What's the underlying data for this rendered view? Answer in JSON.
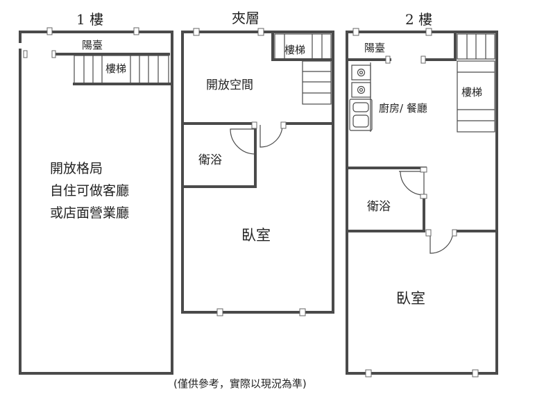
{
  "floors": {
    "f1": {
      "title": "1 樓",
      "balcony": "陽臺",
      "stairs": "樓梯",
      "main_lines": [
        "開放格局",
        "自住可做客廳",
        "或店面營業廳"
      ]
    },
    "mezz": {
      "title": "夾層",
      "stairs": "樓梯",
      "open_space": "開放空間",
      "bath": "衛浴",
      "bedroom": "臥室"
    },
    "f2": {
      "title": "2 樓",
      "balcony": "陽臺",
      "stairs": "樓梯",
      "kitchen": "廚房/ 餐廳",
      "bath": "衛浴",
      "bedroom": "臥室"
    }
  },
  "note": "(僅供參考，實際以現況為準)"
}
